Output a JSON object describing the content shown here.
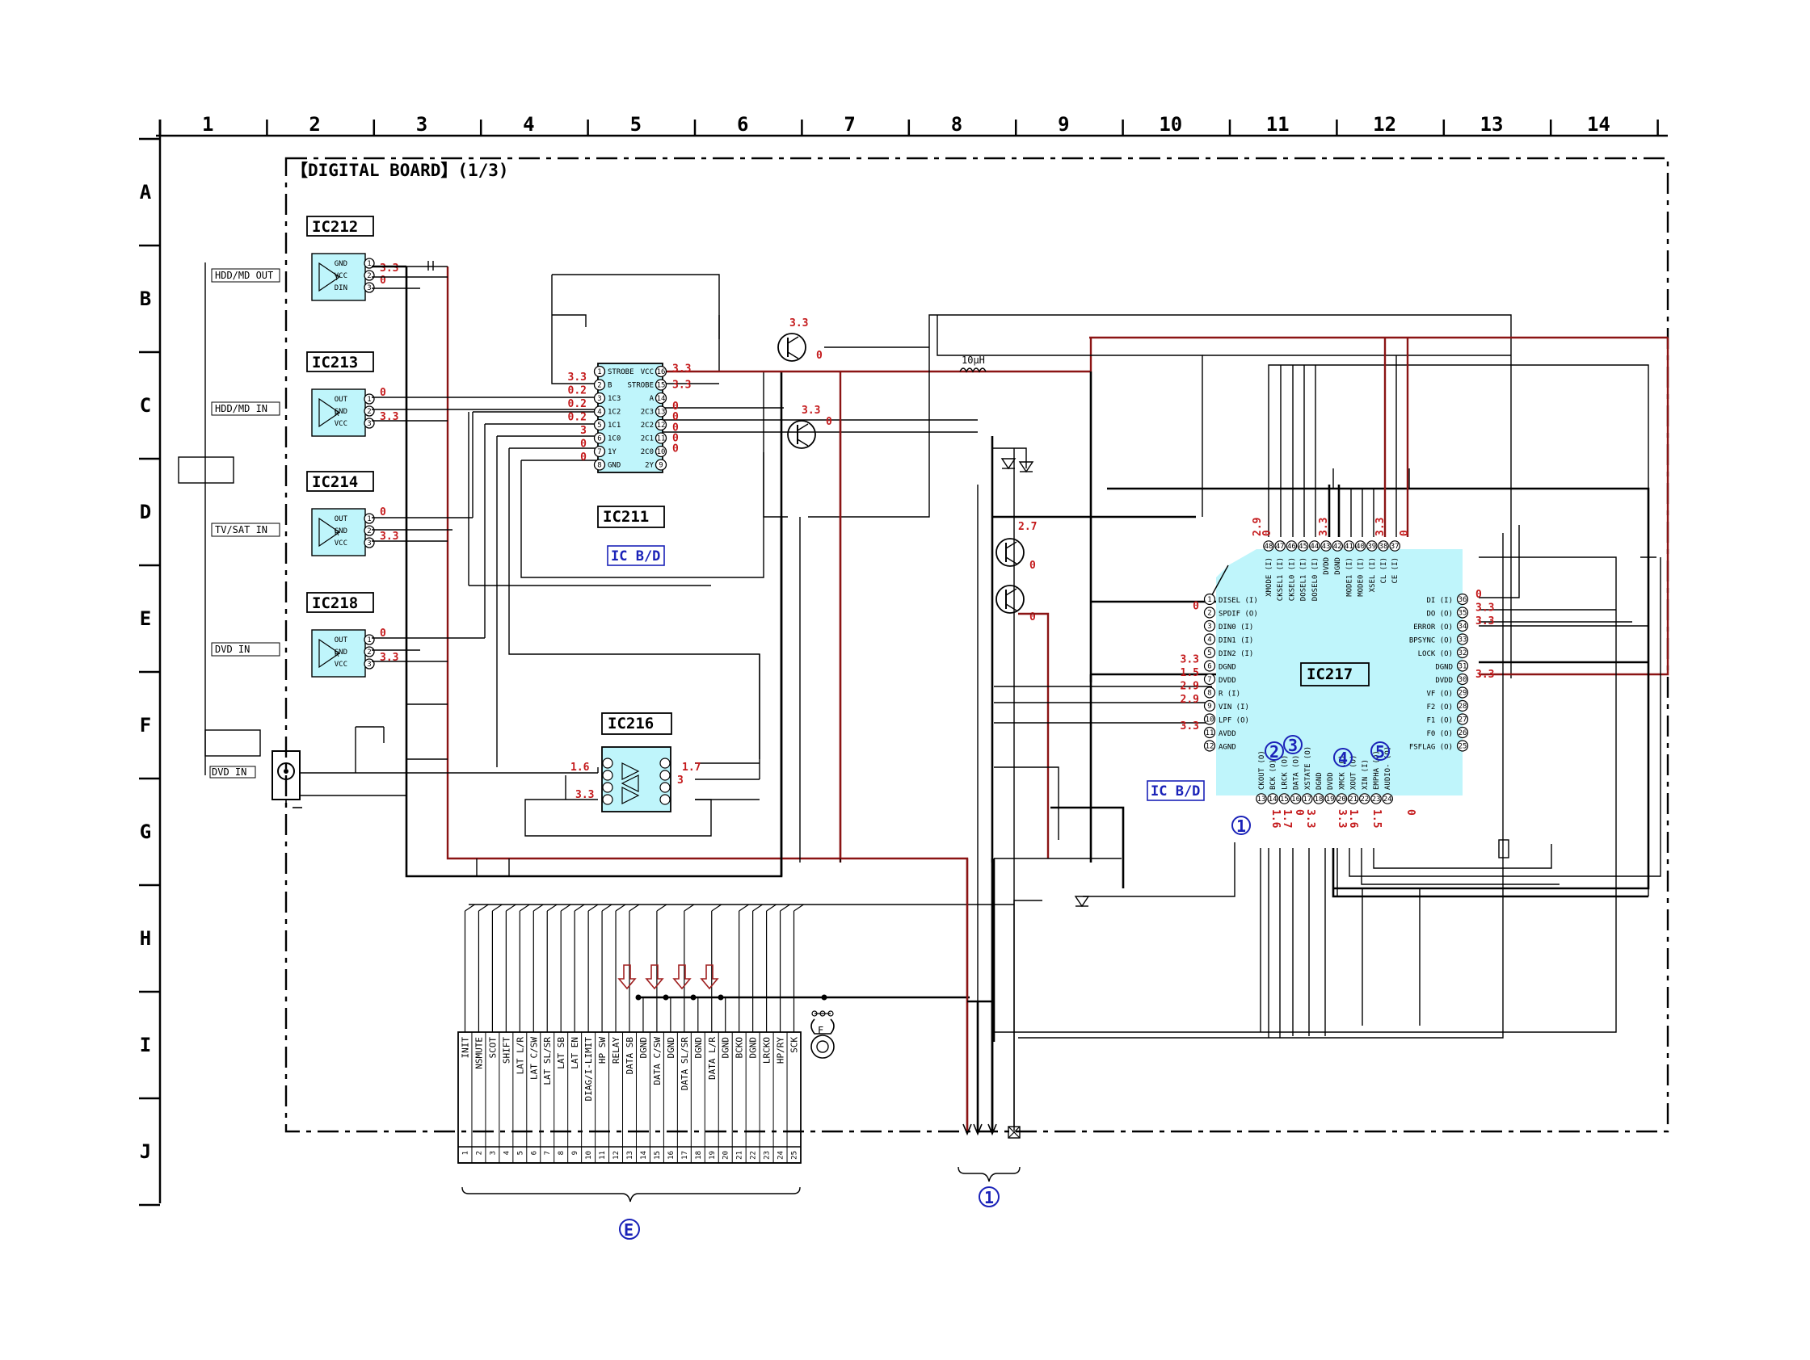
{
  "grid": {
    "columns": [
      "1",
      "2",
      "3",
      "4",
      "5",
      "6",
      "7",
      "8",
      "9",
      "10",
      "11",
      "12",
      "13",
      "14"
    ],
    "rows": [
      "A",
      "B",
      "C",
      "D",
      "E",
      "F",
      "G",
      "H",
      "I",
      "J"
    ]
  },
  "board_title": "【DIGITAL BOARD】(1/3)",
  "ic_blocks": [
    {
      "id": "ic212",
      "label": "IC212",
      "connector": "HDD/MD OUT",
      "pins": [
        "GND",
        "VCC",
        "DIN"
      ],
      "voltages": [
        "3.3",
        "0"
      ]
    },
    {
      "id": "ic213",
      "label": "IC213",
      "connector": "HDD/MD IN",
      "pins": [
        "OUT",
        "GND",
        "VCC"
      ],
      "voltages": [
        "0",
        "3.3"
      ]
    },
    {
      "id": "ic214",
      "label": "IC214",
      "connector": "TV/SAT IN",
      "pins": [
        "OUT",
        "GND",
        "VCC"
      ],
      "voltages": [
        "0",
        "3.3"
      ]
    },
    {
      "id": "ic218",
      "label": "IC218",
      "connector": "DVD IN",
      "pins": [
        "OUT",
        "GND",
        "VCC"
      ],
      "voltages": [
        "0",
        "3.3"
      ]
    }
  ],
  "coax_label": "DVD IN",
  "ic211": {
    "label": "IC211",
    "left_pins": [
      "STROBE",
      "B",
      "1C3",
      "1C2",
      "1C1",
      "1C0",
      "1Y",
      "GND"
    ],
    "right_pins": [
      "VCC",
      "STROBE",
      "A",
      "2C3",
      "2C2",
      "2C1",
      "2C0",
      "2Y"
    ],
    "left_voltages": [
      "3.3",
      "0.2",
      "0.2",
      "0.2",
      "3",
      "0",
      "0"
    ],
    "right_voltages": [
      "3.3",
      "3.3",
      "0",
      "0",
      "0",
      "0",
      "0"
    ]
  },
  "ic_bd_label": "IC B/D",
  "ic216": {
    "label": "IC216",
    "voltages": [
      "1.6",
      "1.7",
      "3.3",
      "3"
    ]
  },
  "transistor_voltages": [
    "3.3",
    "0",
    "3.3",
    "0",
    "2.7",
    "0",
    "0"
  ],
  "inductor_label": "10μH",
  "ic217": {
    "label": "IC217",
    "top_pins": [
      "XMODE (I)",
      "CKSEL1 (I)",
      "CKSEL0 (I)",
      "DOSEL1 (I)",
      "DOSEL0 (I)",
      "DVDD",
      "DGND",
      "MODE1 (I)",
      "MODE0 (I)",
      "XSEL (I)",
      "CL (I)",
      "CE (I)"
    ],
    "top_pin_numbers": [
      "48",
      "47",
      "46",
      "45",
      "44",
      "43",
      "42",
      "41",
      "40",
      "39",
      "38",
      "37"
    ],
    "top_voltages": [
      "2.9",
      "0",
      "3.3",
      "3.3",
      "0"
    ],
    "left_pins": [
      "DISEL (I)",
      "SPDIF (O)",
      "DIN0 (I)",
      "DIN1 (I)",
      "DIN2 (I)",
      "DGND",
      "DVDD",
      "R (I)",
      "VIN (I)",
      "LPF (O)",
      "AVDD",
      "AGND"
    ],
    "left_voltages": [
      "0",
      "3.3",
      "1.5",
      "2.9",
      "2.9",
      "3.3"
    ],
    "right_pins": [
      "DI (I)",
      "DO (O)",
      "ERROR (O)",
      "BPSYNC (O)",
      "LOCK (O)",
      "DGND",
      "DVDD",
      "VF (O)",
      "F2 (O)",
      "F1 (O)",
      "F0 (O)",
      "FSFLAG (O)"
    ],
    "right_pin_numbers": [
      "36",
      "35",
      "34",
      "33",
      "32",
      "31",
      "30",
      "29",
      "28",
      "27",
      "26",
      "25"
    ],
    "right_voltages": [
      "0",
      "3.3",
      "3.3",
      "3.3"
    ],
    "bottom_pins": [
      "CKOUT (O)",
      "BCK (O)",
      "LRCK (O)",
      "DATA (O)",
      "XSTATE (O)",
      "DGND",
      "DVDD",
      "XMCK (O)",
      "XOUT (O)",
      "XIN (I)",
      "EMPHA (O)",
      "AUDIO- (O)"
    ],
    "bottom_pin_numbers": [
      "13",
      "14",
      "15",
      "16",
      "17",
      "18",
      "19",
      "20",
      "21",
      "22",
      "23",
      "24"
    ],
    "bottom_voltages": [
      "1.6",
      "1.7",
      "0",
      "3.3",
      "3.3",
      "1.6",
      "1.5",
      "0"
    ]
  },
  "circled_markers": [
    "1",
    "2",
    "3",
    "4",
    "5"
  ],
  "connector_e": {
    "marker": "E",
    "signals": [
      "INIT",
      "NSMUTE",
      "SCOT",
      "SHIFT",
      "LAT L/R",
      "LAT C/SW",
      "LAT SL/SR",
      "LAT SB",
      "LAT EN",
      "DIAG/I-LIMIT",
      "HP SW",
      "RELAY",
      "DATA SB",
      "DGND",
      "DATA C/SW",
      "DGND",
      "DATA SL/SR",
      "DGND",
      "DATA L/R",
      "DGND",
      "BCKO",
      "DGND",
      "LRCKO",
      "HP/RY",
      "SCK"
    ],
    "numbers": [
      "1",
      "2",
      "3",
      "4",
      "5",
      "6",
      "7",
      "8",
      "9",
      "10",
      "11",
      "12",
      "13",
      "14",
      "15",
      "16",
      "17",
      "18",
      "19",
      "20",
      "21",
      "22",
      "23",
      "24",
      "25"
    ]
  },
  "connector_1": {
    "marker": "1"
  },
  "fuse_label": "F",
  "colors": {
    "ic_fill": "#bff5fb",
    "voltage": "#c4191b",
    "power_wire": "#8b1414",
    "marker_blue": "#1a22b8"
  }
}
